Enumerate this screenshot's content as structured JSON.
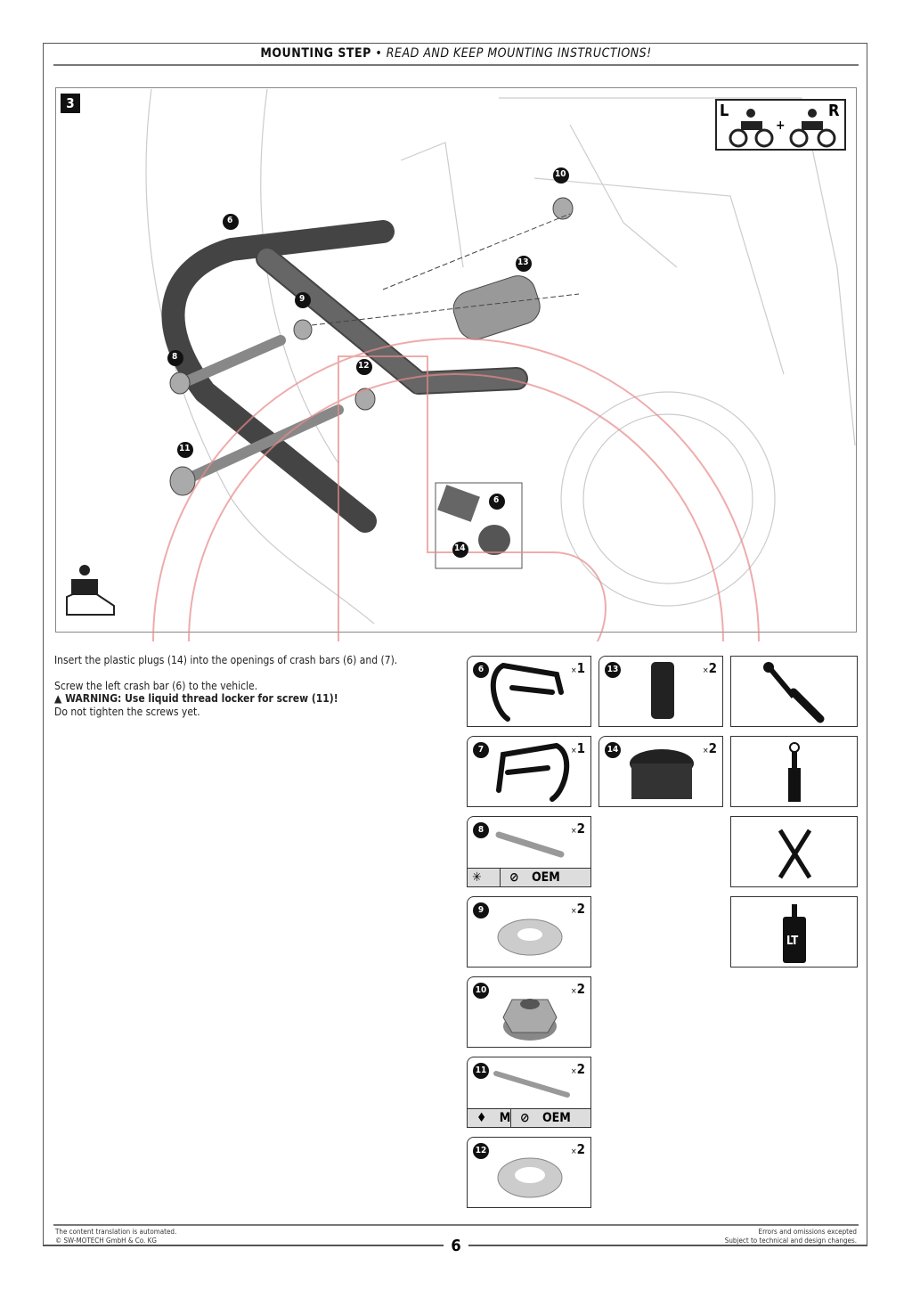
{
  "header": {
    "title": "MOUNTING STEP",
    "separator": "•",
    "subtitle": "READ AND KEEP MOUNTING INSTRUCTIONS!"
  },
  "illustration": {
    "step_number": "3",
    "side_left": "L",
    "side_right": "R",
    "plus": "+",
    "callouts": [
      "6",
      "9",
      "8",
      "12",
      "11",
      "10",
      "13",
      "6",
      "14"
    ]
  },
  "instructions": {
    "line1": "Insert the plastic plugs (14) into the openings of crash bars (6) and (7).",
    "line2": "Screw the left crash bar (6) to the vehicle.",
    "warning": "WARNING: Use liquid thread locker for screw (11)!",
    "line3": "Do not tighten the screws yet."
  },
  "parts": [
    {
      "id": "6",
      "qty": "1",
      "mult": "×"
    },
    {
      "id": "7",
      "qty": "1",
      "mult": "×"
    },
    {
      "id": "8",
      "qty": "2",
      "mult": "×",
      "bar": [
        "",
        "OEM"
      ]
    },
    {
      "id": "9",
      "qty": "2",
      "mult": "×"
    },
    {
      "id": "10",
      "qty": "2",
      "mult": "×"
    },
    {
      "id": "11",
      "qty": "2",
      "mult": "×",
      "bar": [
        "M",
        "OEM"
      ]
    },
    {
      "id": "12",
      "qty": "2",
      "mult": "×"
    },
    {
      "id": "13",
      "qty": "2",
      "mult": "×"
    },
    {
      "id": "14",
      "qty": "2",
      "mult": "×"
    }
  ],
  "tools": {
    "loctite_label": "LT"
  },
  "footer": {
    "left1": "The content translation is automated.",
    "left2": "© SW-MOTECH GmbH & Co. KG",
    "right1": "Errors and omissions excepted",
    "right2": "Subject to technical and design changes.",
    "page": "6"
  },
  "colors": {
    "watermark": "#e88a8a",
    "bar": "#555555"
  }
}
